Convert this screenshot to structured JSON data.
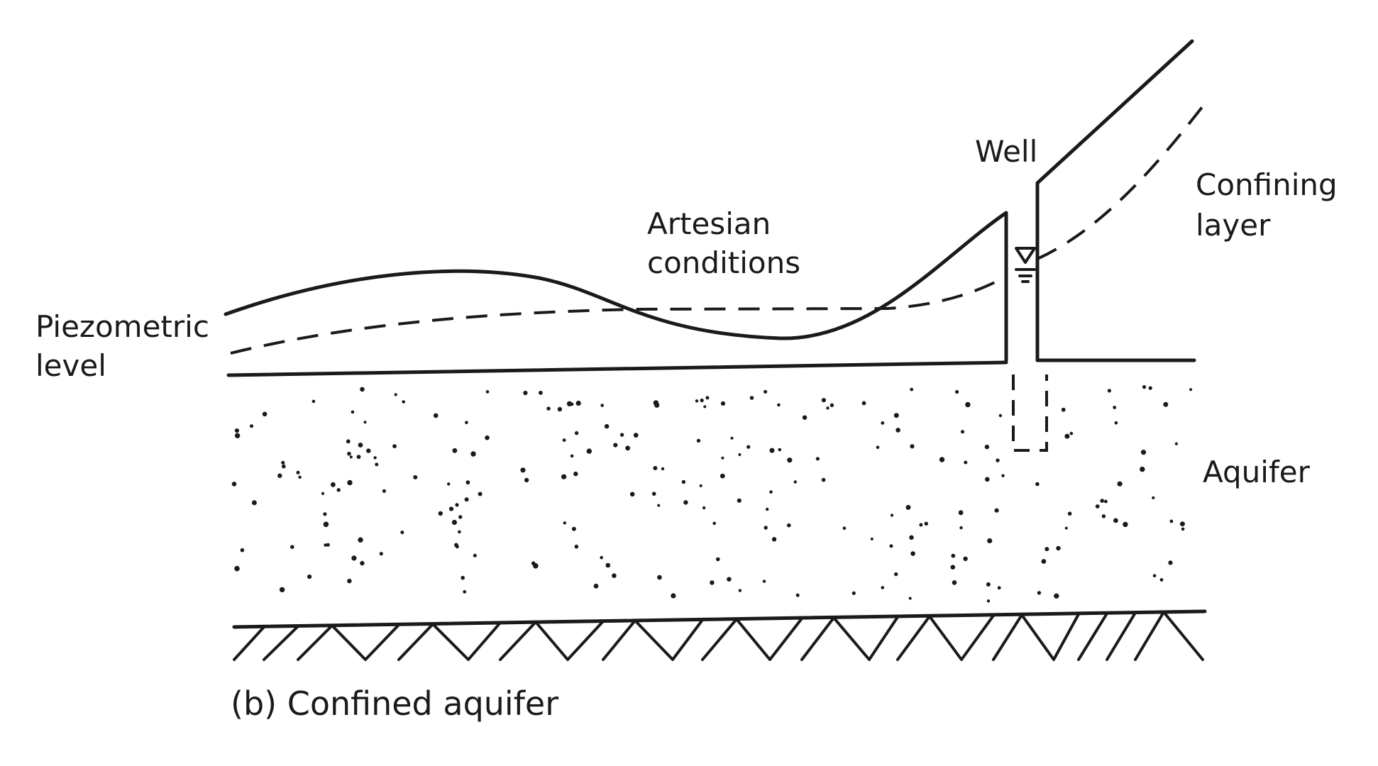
{
  "labels": {
    "piezometric_line1": "Piezometric",
    "piezometric_line2": "level",
    "artesian_line1": "Artesian",
    "artesian_line2": "conditions",
    "well": "Well",
    "confining_line1": "Confining",
    "confining_line2": "layer",
    "aquifer": "Aquifer",
    "caption": "(b) Confined aquifer"
  }
}
